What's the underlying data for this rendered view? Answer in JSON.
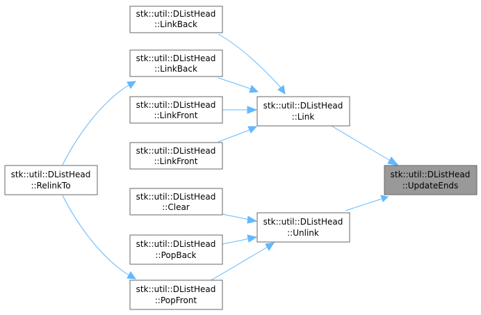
{
  "graph": {
    "nodes": {
      "linkback1": {
        "line1": "stk::util::DListHead",
        "line2": "::LinkBack"
      },
      "linkback2": {
        "line1": "stk::util::DListHead",
        "line2": "::LinkBack"
      },
      "linkfront1": {
        "line1": "stk::util::DListHead",
        "line2": "::LinkFront"
      },
      "linkfront2": {
        "line1": "stk::util::DListHead",
        "line2": "::LinkFront"
      },
      "link": {
        "line1": "stk::util::DListHead",
        "line2": "::Link"
      },
      "relinkto": {
        "line1": "stk::util::DListHead",
        "line2": "::RelinkTo"
      },
      "updateends": {
        "line1": "stk::util::DListHead",
        "line2": "::UpdateEnds"
      },
      "clear": {
        "line1": "stk::util::DListHead",
        "line2": "::Clear"
      },
      "unlink": {
        "line1": "stk::util::DListHead",
        "line2": "::Unlink"
      },
      "popback": {
        "line1": "stk::util::DListHead",
        "line2": "::PopBack"
      },
      "popfront": {
        "line1": "stk::util::DListHead",
        "line2": "::PopFront"
      }
    },
    "colors": {
      "edge": "#63b8ff",
      "node_border": "#666666",
      "current_fill": "#999999",
      "node_fill": "#ffffff"
    }
  }
}
